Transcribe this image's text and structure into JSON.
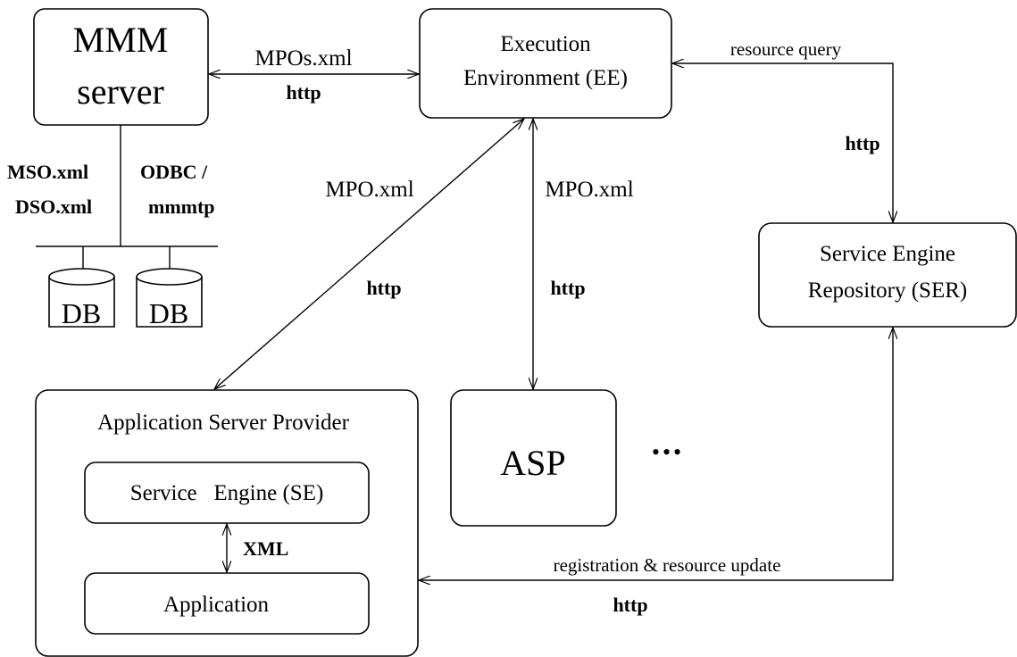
{
  "mmm_server": {
    "line1": "MMM",
    "line2": "server"
  },
  "execution_environment": {
    "line1": "Execution",
    "line2": "Environment (EE)"
  },
  "ser": {
    "line1": "Service Engine",
    "line2": "Repository (SER)"
  },
  "asp_provider": {
    "title": "Application Server Provider",
    "service_engine": "Service   Engine (SE)",
    "application": "Application",
    "xml_label": "XML"
  },
  "asp": {
    "label": "ASP"
  },
  "ellipsis": "•••",
  "databases": [
    "DB",
    "DB"
  ],
  "labels": {
    "mpos_xml": "MPOs.xml",
    "http_mmm_ee": "http",
    "mso_xml": "MSO.xml",
    "dso_xml": "DSO.xml",
    "odbc": "ODBC /",
    "mmmtp": "mmmtp",
    "mpo_xml_left": "MPO.xml",
    "mpo_xml_right": "MPO.xml",
    "http_left_diag": "http",
    "http_asp": "http",
    "resource_query": "resource query",
    "http_ser": "http",
    "registration": "registration & resource update",
    "http_bottom": "http"
  }
}
